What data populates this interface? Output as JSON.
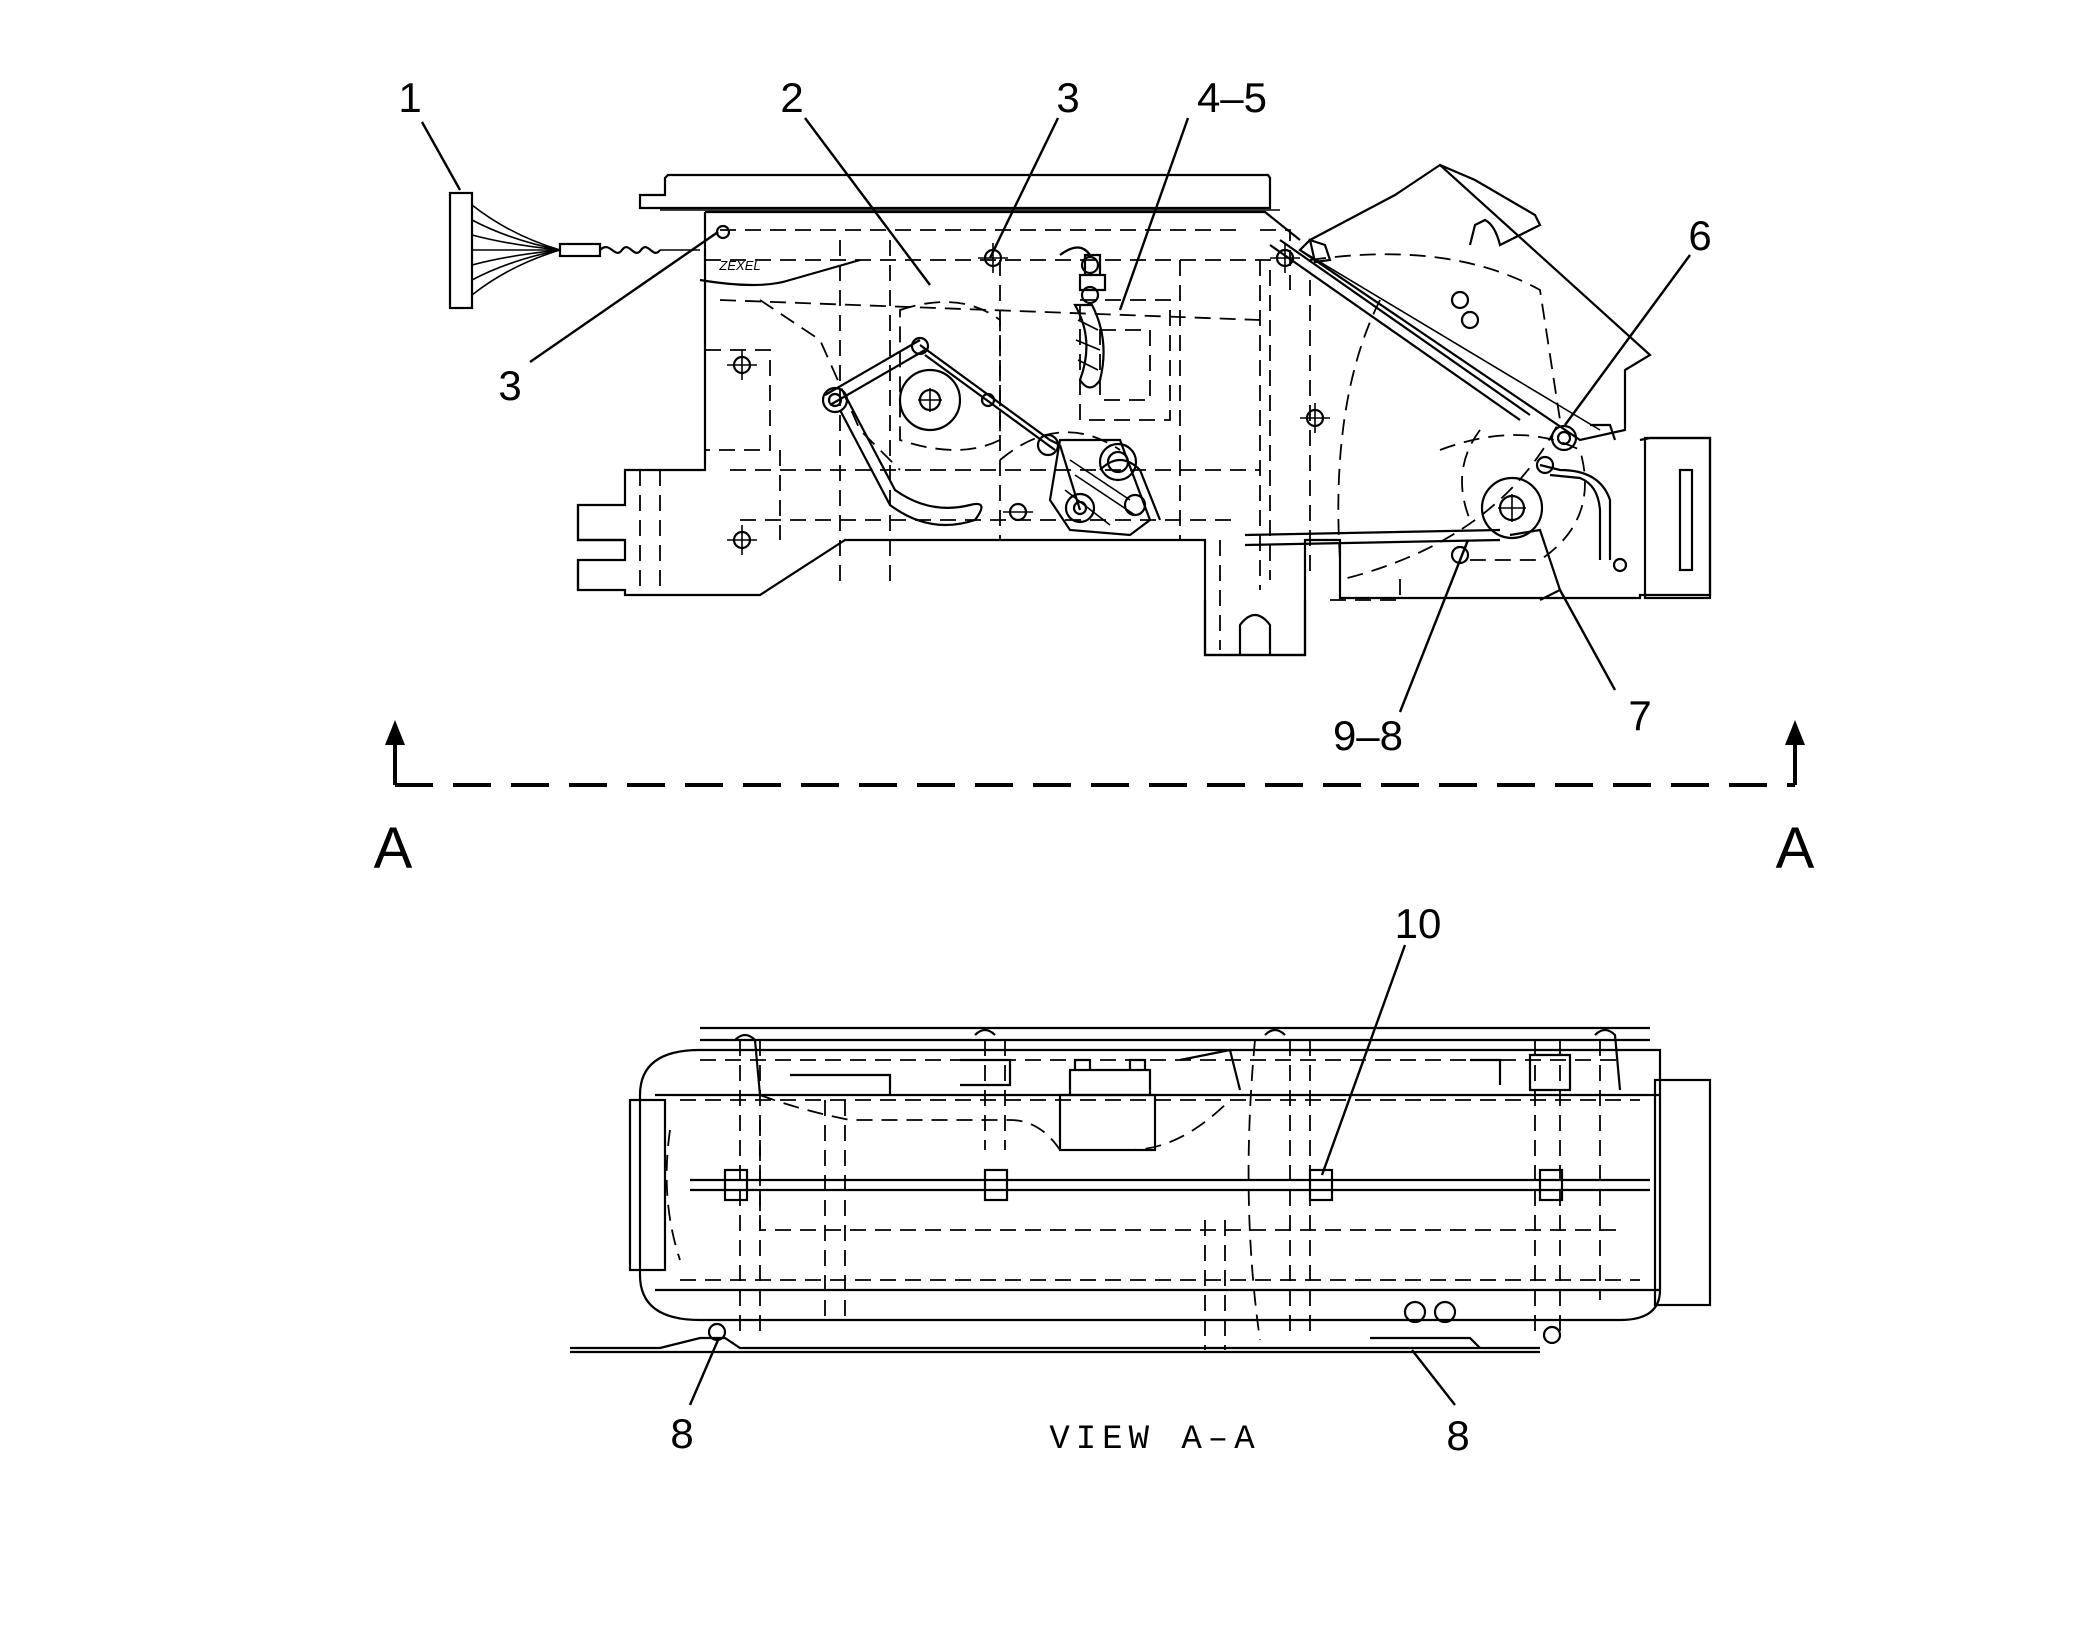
{
  "callouts": {
    "c1": "1",
    "c2": "2",
    "c3_top": "3",
    "c3_left": "3",
    "c45": "4–5",
    "c6": "6",
    "c7": "7",
    "c98": "9–8",
    "c10": "10",
    "c8_left": "8",
    "c8_right": "8"
  },
  "section": {
    "left_letter": "A",
    "right_letter": "A"
  },
  "view_title": "VIEW A–A",
  "connector_label": "ZEXEL"
}
